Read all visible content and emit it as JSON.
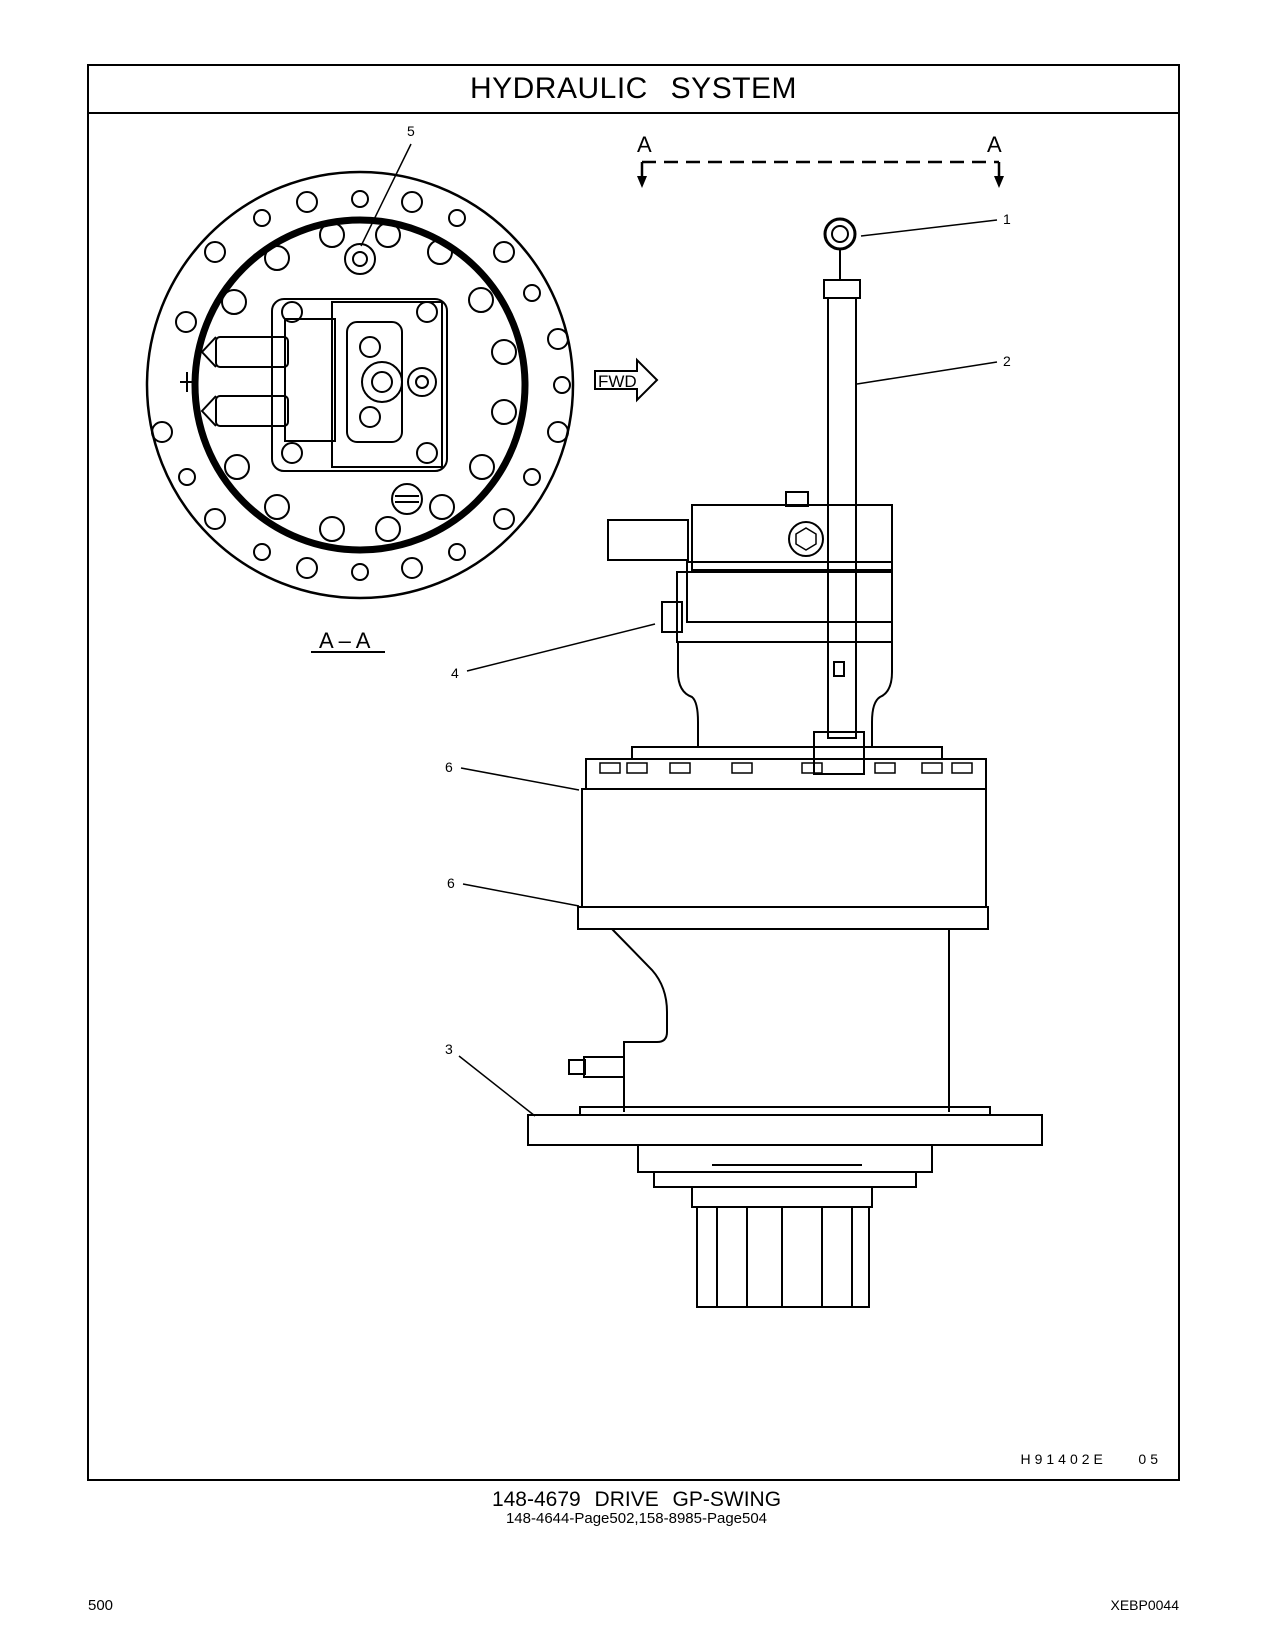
{
  "header": {
    "title": "HYDRAULIC SYSTEM"
  },
  "figure": {
    "figure_code": "H91402E    05",
    "section_marks": [
      "A",
      "A"
    ],
    "view_label": "A – A",
    "fwd_label": "FWD",
    "callouts": [
      "1",
      "2",
      "3",
      "4",
      "5",
      "6",
      "6"
    ]
  },
  "caption": {
    "title": "148-4679  DRIVE GP-SWING",
    "references": "148-4644-Page502,158-8985-Page504"
  },
  "footer": {
    "page_number": "500",
    "document_id": "XEBP0044"
  }
}
